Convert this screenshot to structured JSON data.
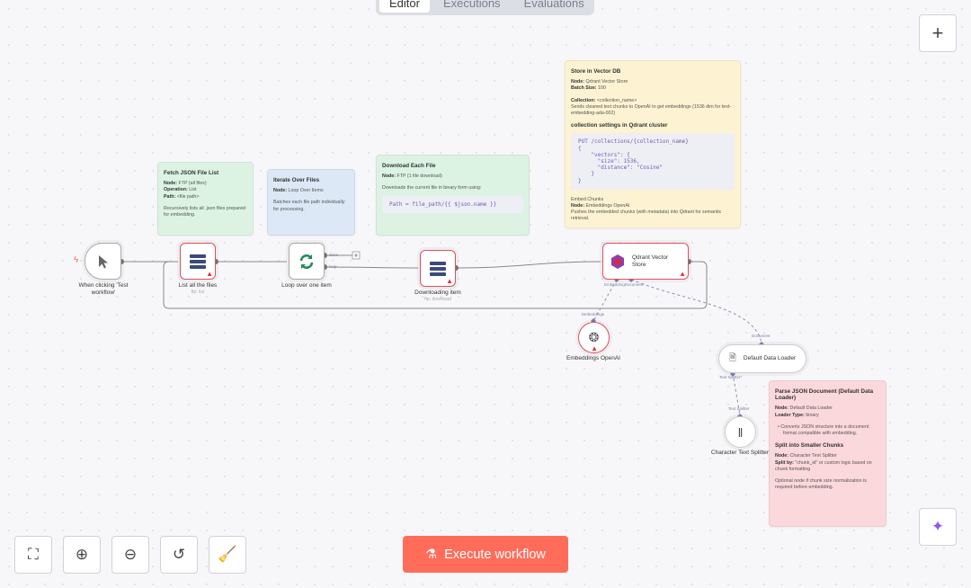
{
  "tabs": [
    "Editor",
    "Executions",
    "Evaluations"
  ],
  "notes": {
    "fetch": {
      "title": "Fetch JSON File List",
      "node": "FTP (all files)",
      "operation": "List",
      "path": "<file path>",
      "desc": "Recursively lists all .json files prepared for embedding."
    },
    "iterate": {
      "title": "Iterate Over Files",
      "node": "Loop Over Items",
      "desc": "Batches each file path individually for processing."
    },
    "download": {
      "title": "Download Each File",
      "node": "FTP (1 file download)",
      "desc": "Downloads the current file in binary form using:",
      "code": "Path = file_path/{{ $json.name }}"
    },
    "store": {
      "title": "Store in Vector DB",
      "node": "Qdrant Vector Store",
      "batch": "100",
      "collection": "<collection_name>",
      "desc": "Sends cleaned text chunks to OpenAI to get embeddings (1536 dim for text-embedding-ada-002)",
      "h2": "collection settings in Qdrant cluster",
      "code": "PUT /collections/{collection_name}\n{\n    \"vectors\": {\n      \"size\": 1536,\n      \"distance\": \"Cosine\"\n    }\n}",
      "embed": "Embed Chunks",
      "node2": "Embeddings OpenAI",
      "desc2": "Pushes the embedded chunks (with metadata) into Qdrant for semantic retrieval."
    },
    "parse": {
      "title": "Parse JSON Document (Default Data Loader)",
      "node": "Default Data Loader",
      "loader": "binary",
      "bullet": "Converts JSON structure into a document format compatible with embedding.",
      "h2": "Split into Smaller Chunks",
      "node2": "Character Text Splitter",
      "split": "\"chunk_id\" or custom logic based on chunk formatting",
      "desc": "Optional node if chunk size normalization is required before embedding."
    }
  },
  "labels": {
    "node": "Node:",
    "operation": "Operation:",
    "path": "Path:",
    "batch": "Batch Size:",
    "collection": "Collection:",
    "loader": "Loader Type:",
    "split": "Split by:"
  },
  "nodes": {
    "trigger": "When clicking 'Test workflow'",
    "list": {
      "name": "List all the files",
      "sub": "ftp: list"
    },
    "loop": {
      "name": "Loop over one item",
      "done": "done",
      "loop": "loop"
    },
    "download": {
      "name": "Downloading item",
      "sub": "ftp: download"
    },
    "qdrant": {
      "name": "Qdrant Vector Store",
      "embedding": "Embedding",
      "document": "Document*"
    },
    "embeddings": {
      "name": "Embeddings OpenAI",
      "handle": "Embeddings"
    },
    "loader": {
      "name": "Default Data Loader",
      "handle": "Document",
      "splitter": "Text Splitter*"
    },
    "splitter": {
      "name": "Character Text Splitter",
      "handle": "Text Splitter"
    }
  },
  "execute": "Execute workflow",
  "colors": {
    "accent": "#ff6d5a",
    "error": "#e0505e"
  }
}
